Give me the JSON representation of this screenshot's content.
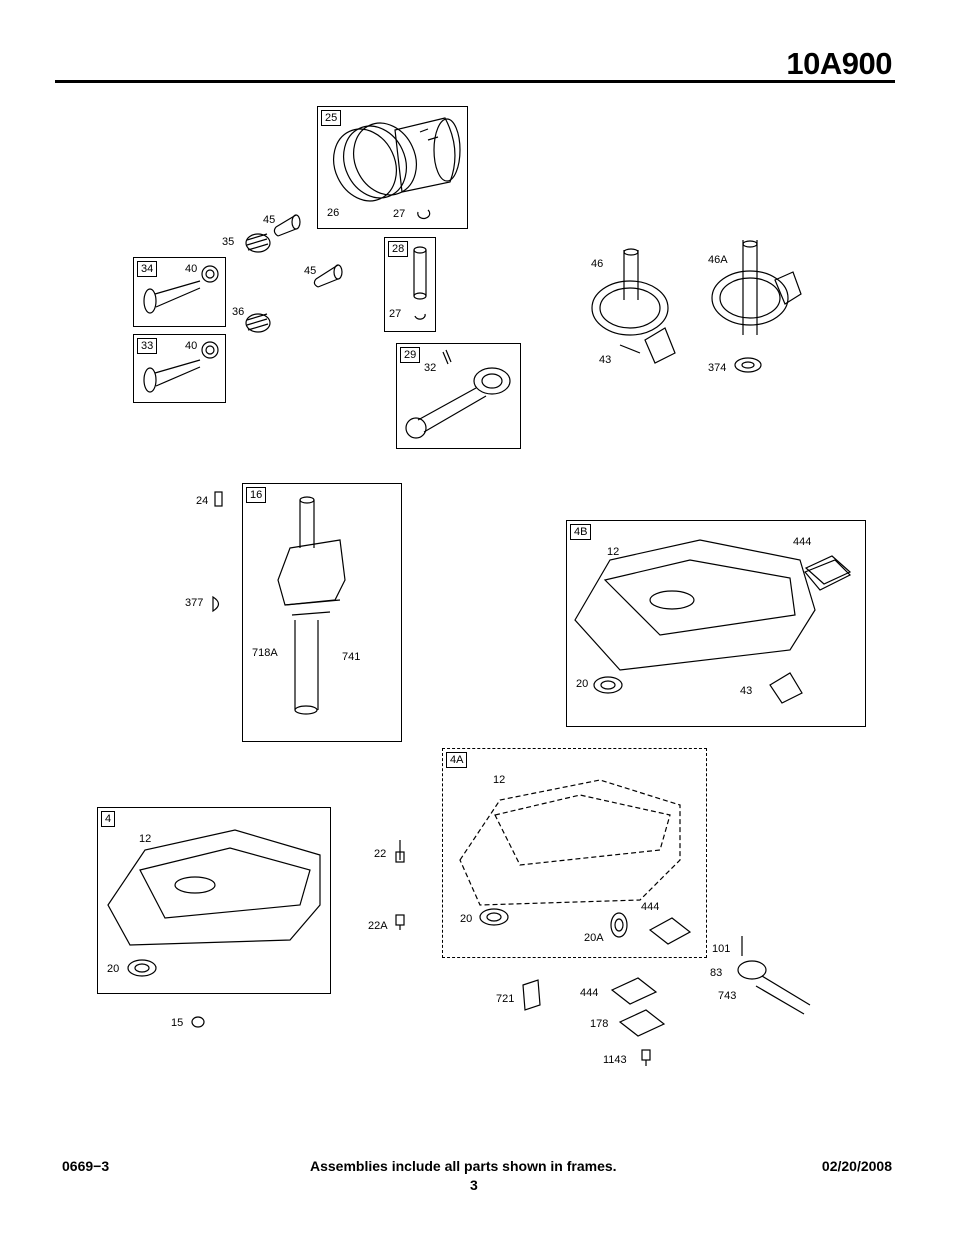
{
  "header": {
    "model": "10A900"
  },
  "frames": {
    "f25": "25",
    "f28": "28",
    "f29": "29",
    "f34": "34",
    "f33": "33",
    "f16": "16",
    "f4B": "4B",
    "f4": "4",
    "f4A": "4A"
  },
  "labels": {
    "l45a": "45",
    "l35": "35",
    "l26": "26",
    "l27a": "27",
    "l40a": "40",
    "l45b": "45",
    "l36": "36",
    "l27b": "27",
    "l40b": "40",
    "l32": "32",
    "l46": "46",
    "l46A": "46A",
    "l43a": "43",
    "l374": "374",
    "l24": "24",
    "l377": "377",
    "l718A": "718A",
    "l741": "741",
    "l12a": "12",
    "l444a": "444",
    "l20a": "20",
    "l43b": "43",
    "l12b": "12",
    "l20b": "20",
    "l15": "15",
    "l22": "22",
    "l22A": "22A",
    "l12c": "12",
    "l20c": "20",
    "l20A": "20A",
    "l444b": "444",
    "l101": "101",
    "l83": "83",
    "l743": "743",
    "l721": "721",
    "l444c": "444",
    "l178": "178",
    "l1143": "1143"
  },
  "footer": {
    "code": "0669−3",
    "note": "Assemblies include all parts shown in frames.",
    "date": "02/20/2008",
    "page": "3"
  }
}
